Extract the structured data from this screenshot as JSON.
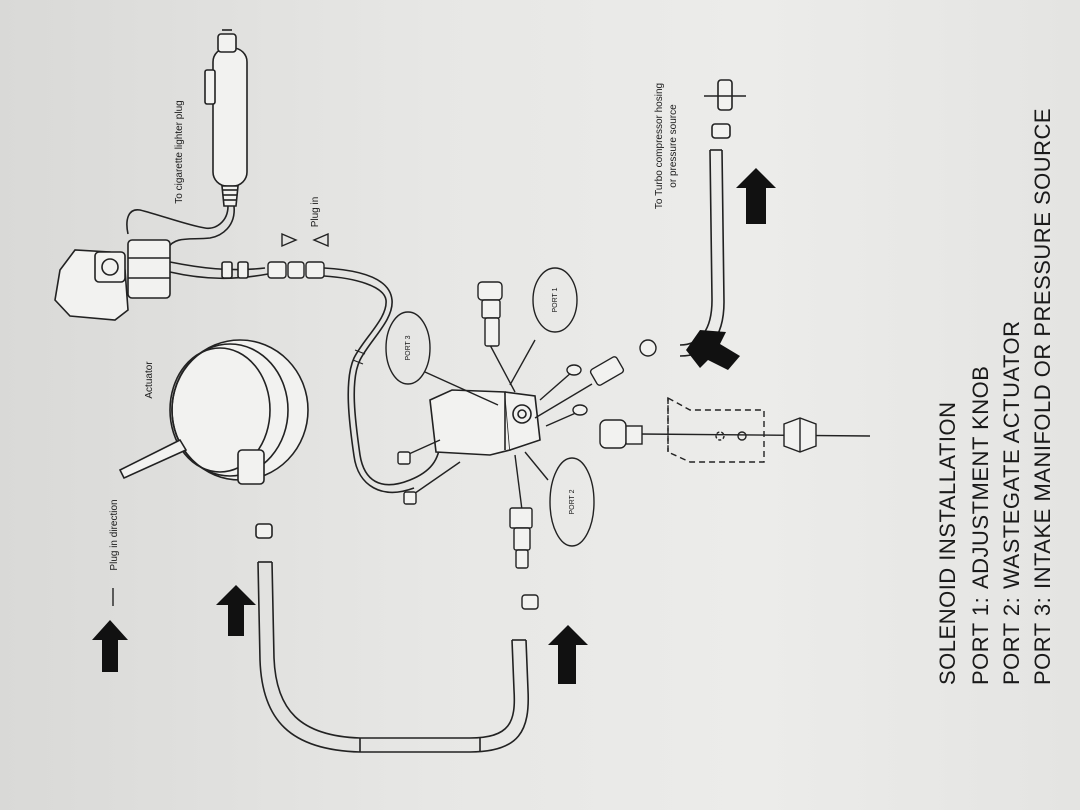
{
  "labels": {
    "cigarette": "To cigarette lighter plug",
    "plug_in": "Plug in",
    "turbo_line1": "To Turbo compressor hosing",
    "turbo_line2": "or pressure source",
    "actuator": "Actuator",
    "plug_direction": "Plug in direction",
    "port1": "PORT 1",
    "port2": "PORT 2",
    "port3": "PORT 3"
  },
  "legend": {
    "title": "SOLENOID INSTALLATION",
    "rows": [
      {
        "port": "PORT 1:",
        "desc": "ADJUSTMENT KNOB"
      },
      {
        "port": "PORT 2:",
        "desc": "WASTEGATE ACTUATOR"
      },
      {
        "port": "PORT 3:",
        "desc": "INTAKE MANIFOLD OR PRESSURE SOURCE"
      }
    ]
  }
}
